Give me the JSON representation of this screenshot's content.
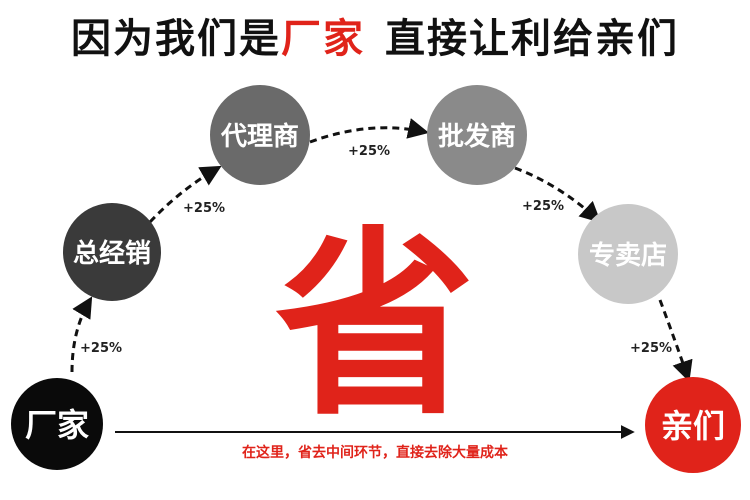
{
  "title": {
    "part1": "因为我们是",
    "highlight": "厂家",
    "part2": "直接让利给亲们"
  },
  "center_char": "省",
  "nodes": {
    "factory": "厂家",
    "general_dist": "总经销",
    "agent": "代理商",
    "wholesaler": "批发商",
    "retailer": "专卖店",
    "customers": "亲们"
  },
  "markups": {
    "m1": "+25%",
    "m2": "+25%",
    "m3": "+25%",
    "m4": "+25%",
    "m5": "+25%"
  },
  "bottom_note": "在这里，省去中间环节，直接去除大量成本",
  "colors": {
    "red": "#e0231a",
    "black": "#0a0a0a",
    "dark_gray": "#3a3a3a",
    "gray": "#6a6a6a",
    "mid_gray": "#8a8a8a",
    "light_gray": "#c8c8c8"
  }
}
